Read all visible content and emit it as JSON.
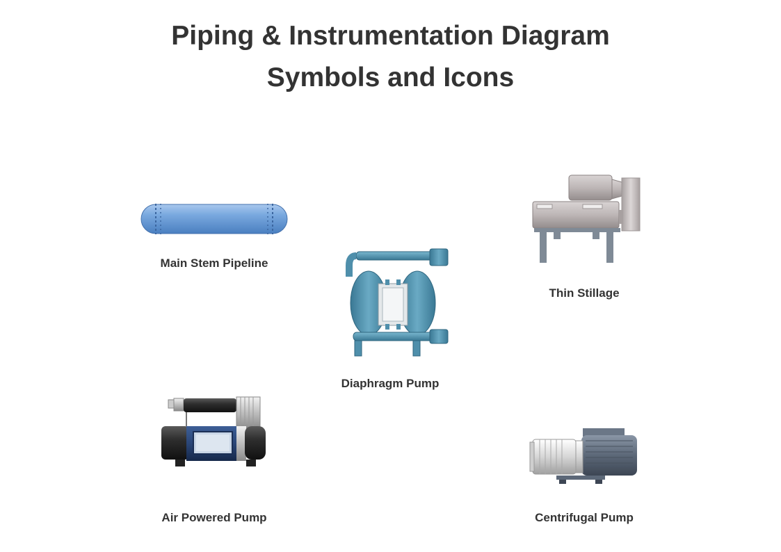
{
  "title": {
    "line1": "Piping & Instrumentation Diagram",
    "line2": "Symbols and Icons"
  },
  "symbols": [
    {
      "label": "Main Stem Pipeline",
      "icon": "pipeline-icon"
    },
    {
      "label": "Diaphragm Pump",
      "icon": "diaphragm-pump-icon"
    },
    {
      "label": "Thin Stillage",
      "icon": "thin-stillage-icon"
    },
    {
      "label": "Air Powered Pump",
      "icon": "air-powered-pump-icon"
    },
    {
      "label": "Centrifugal Pump",
      "icon": "centrifugal-pump-icon"
    }
  ],
  "colors": {
    "pipe_blue": "#6d9fd8",
    "pump_teal": "#4f8fab",
    "machine_gray": "#b8b2b2",
    "motor_slate": "#5c6878",
    "label_text": "#333333"
  }
}
